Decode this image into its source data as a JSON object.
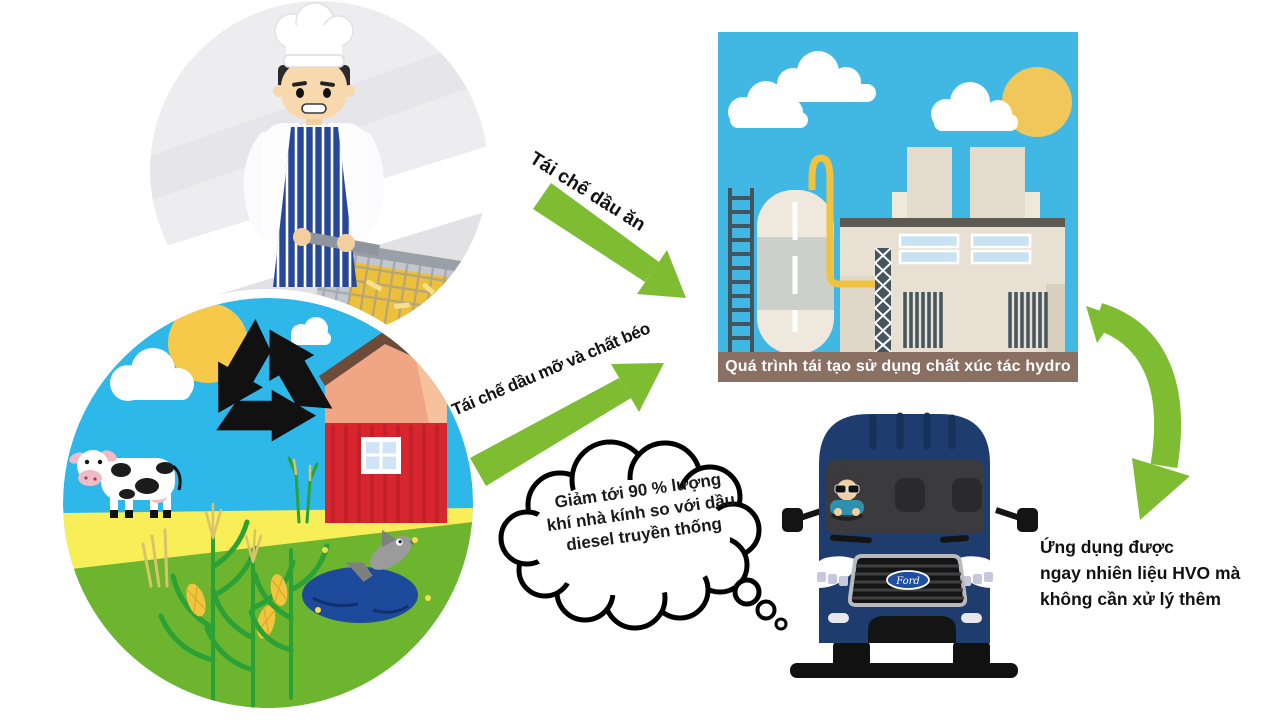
{
  "labels": {
    "arrow_top": "Tái chế dầu ăn",
    "arrow_bottom": "Tái chế dầu mỡ và chất béo"
  },
  "factory": {
    "caption": "Quá trình tái tạo sử dụng chất xúc tác hydro"
  },
  "thought_bubble": {
    "line1": "Giảm tới 90 % lượng",
    "line2": "khí nhà kính so với dầu",
    "line3": "diesel truyền thống"
  },
  "result": {
    "line1": "Ứng dụng được",
    "line2": "ngay nhiên liệu HVO mà",
    "line3": "không cần xử lý thêm"
  },
  "van": {
    "badge": "Ford"
  },
  "colors": {
    "arrow_green": "#7ebc32",
    "factory_sky": "#41b8e4",
    "farm_sky": "#2eb8e9",
    "caption_brown": "#8a7062",
    "van_navy": "#1e3c6e",
    "sun_yellow": "#f2c94f",
    "barn_red": "#d8262e",
    "pond_blue": "#1d4a9b",
    "oil_gold": "#edc03c"
  },
  "icons": {
    "chef": "chef-frying-illustration",
    "farm": "farm-with-recycle-illustration",
    "recycle": "recycle-icon",
    "factory": "refinery-illustration",
    "van": "ford-transit-van-illustration",
    "bubble": "thought-bubble"
  }
}
